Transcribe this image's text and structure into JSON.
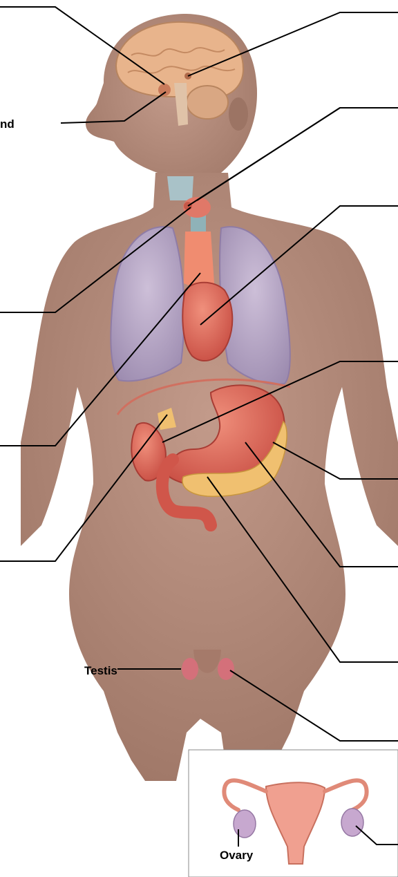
{
  "labels": {
    "gland_fragment": "nd",
    "testis": "Testis",
    "ovary": "Ovary"
  },
  "colors": {
    "skin": "#b08878",
    "skin_shadow": "#8c6658",
    "brain": "#e8b48c",
    "lung": "#b7a6c4",
    "heart": "#d9574f",
    "stomach": "#de6c5c",
    "pancreas": "#f0c070",
    "thyroid": "#e07868",
    "uterus": "#f0a090",
    "ovary": "#c7a8cf",
    "leader_line": "#000000"
  }
}
